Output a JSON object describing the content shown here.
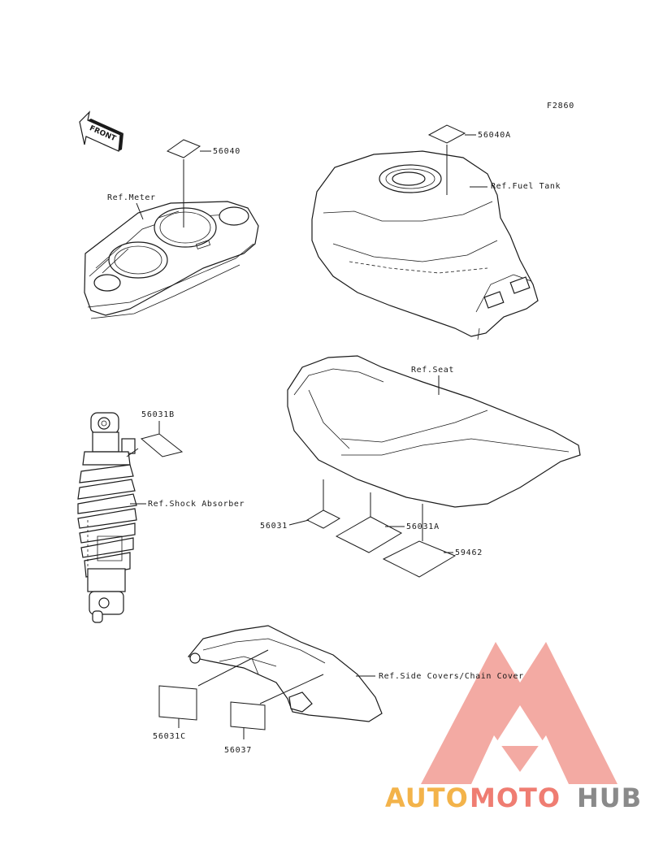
{
  "figure_code": "F2860",
  "front_label": "FRONT",
  "references": {
    "meter": "Ref.Meter",
    "fuel_tank": "Ref.Fuel Tank",
    "seat": "Ref.Seat",
    "shock_absorber": "Ref.Shock Absorber",
    "side_covers": "Ref.Side Covers/Chain Cover"
  },
  "part_numbers": {
    "p56040": "56040",
    "p56040A": "56040A",
    "p56031B": "56031B",
    "p56031": "56031",
    "p56031A": "56031A",
    "p59462": "59462",
    "p56031C": "56031C",
    "p56037": "56037"
  },
  "watermark": {
    "part1": "AUTO",
    "part2": "MOTO",
    "part3": "HUB",
    "colors": {
      "triangle": "#ef7d72",
      "auto": "#f3b34a",
      "moto": "#ef7d72",
      "hub": "#8a8a8a"
    }
  }
}
